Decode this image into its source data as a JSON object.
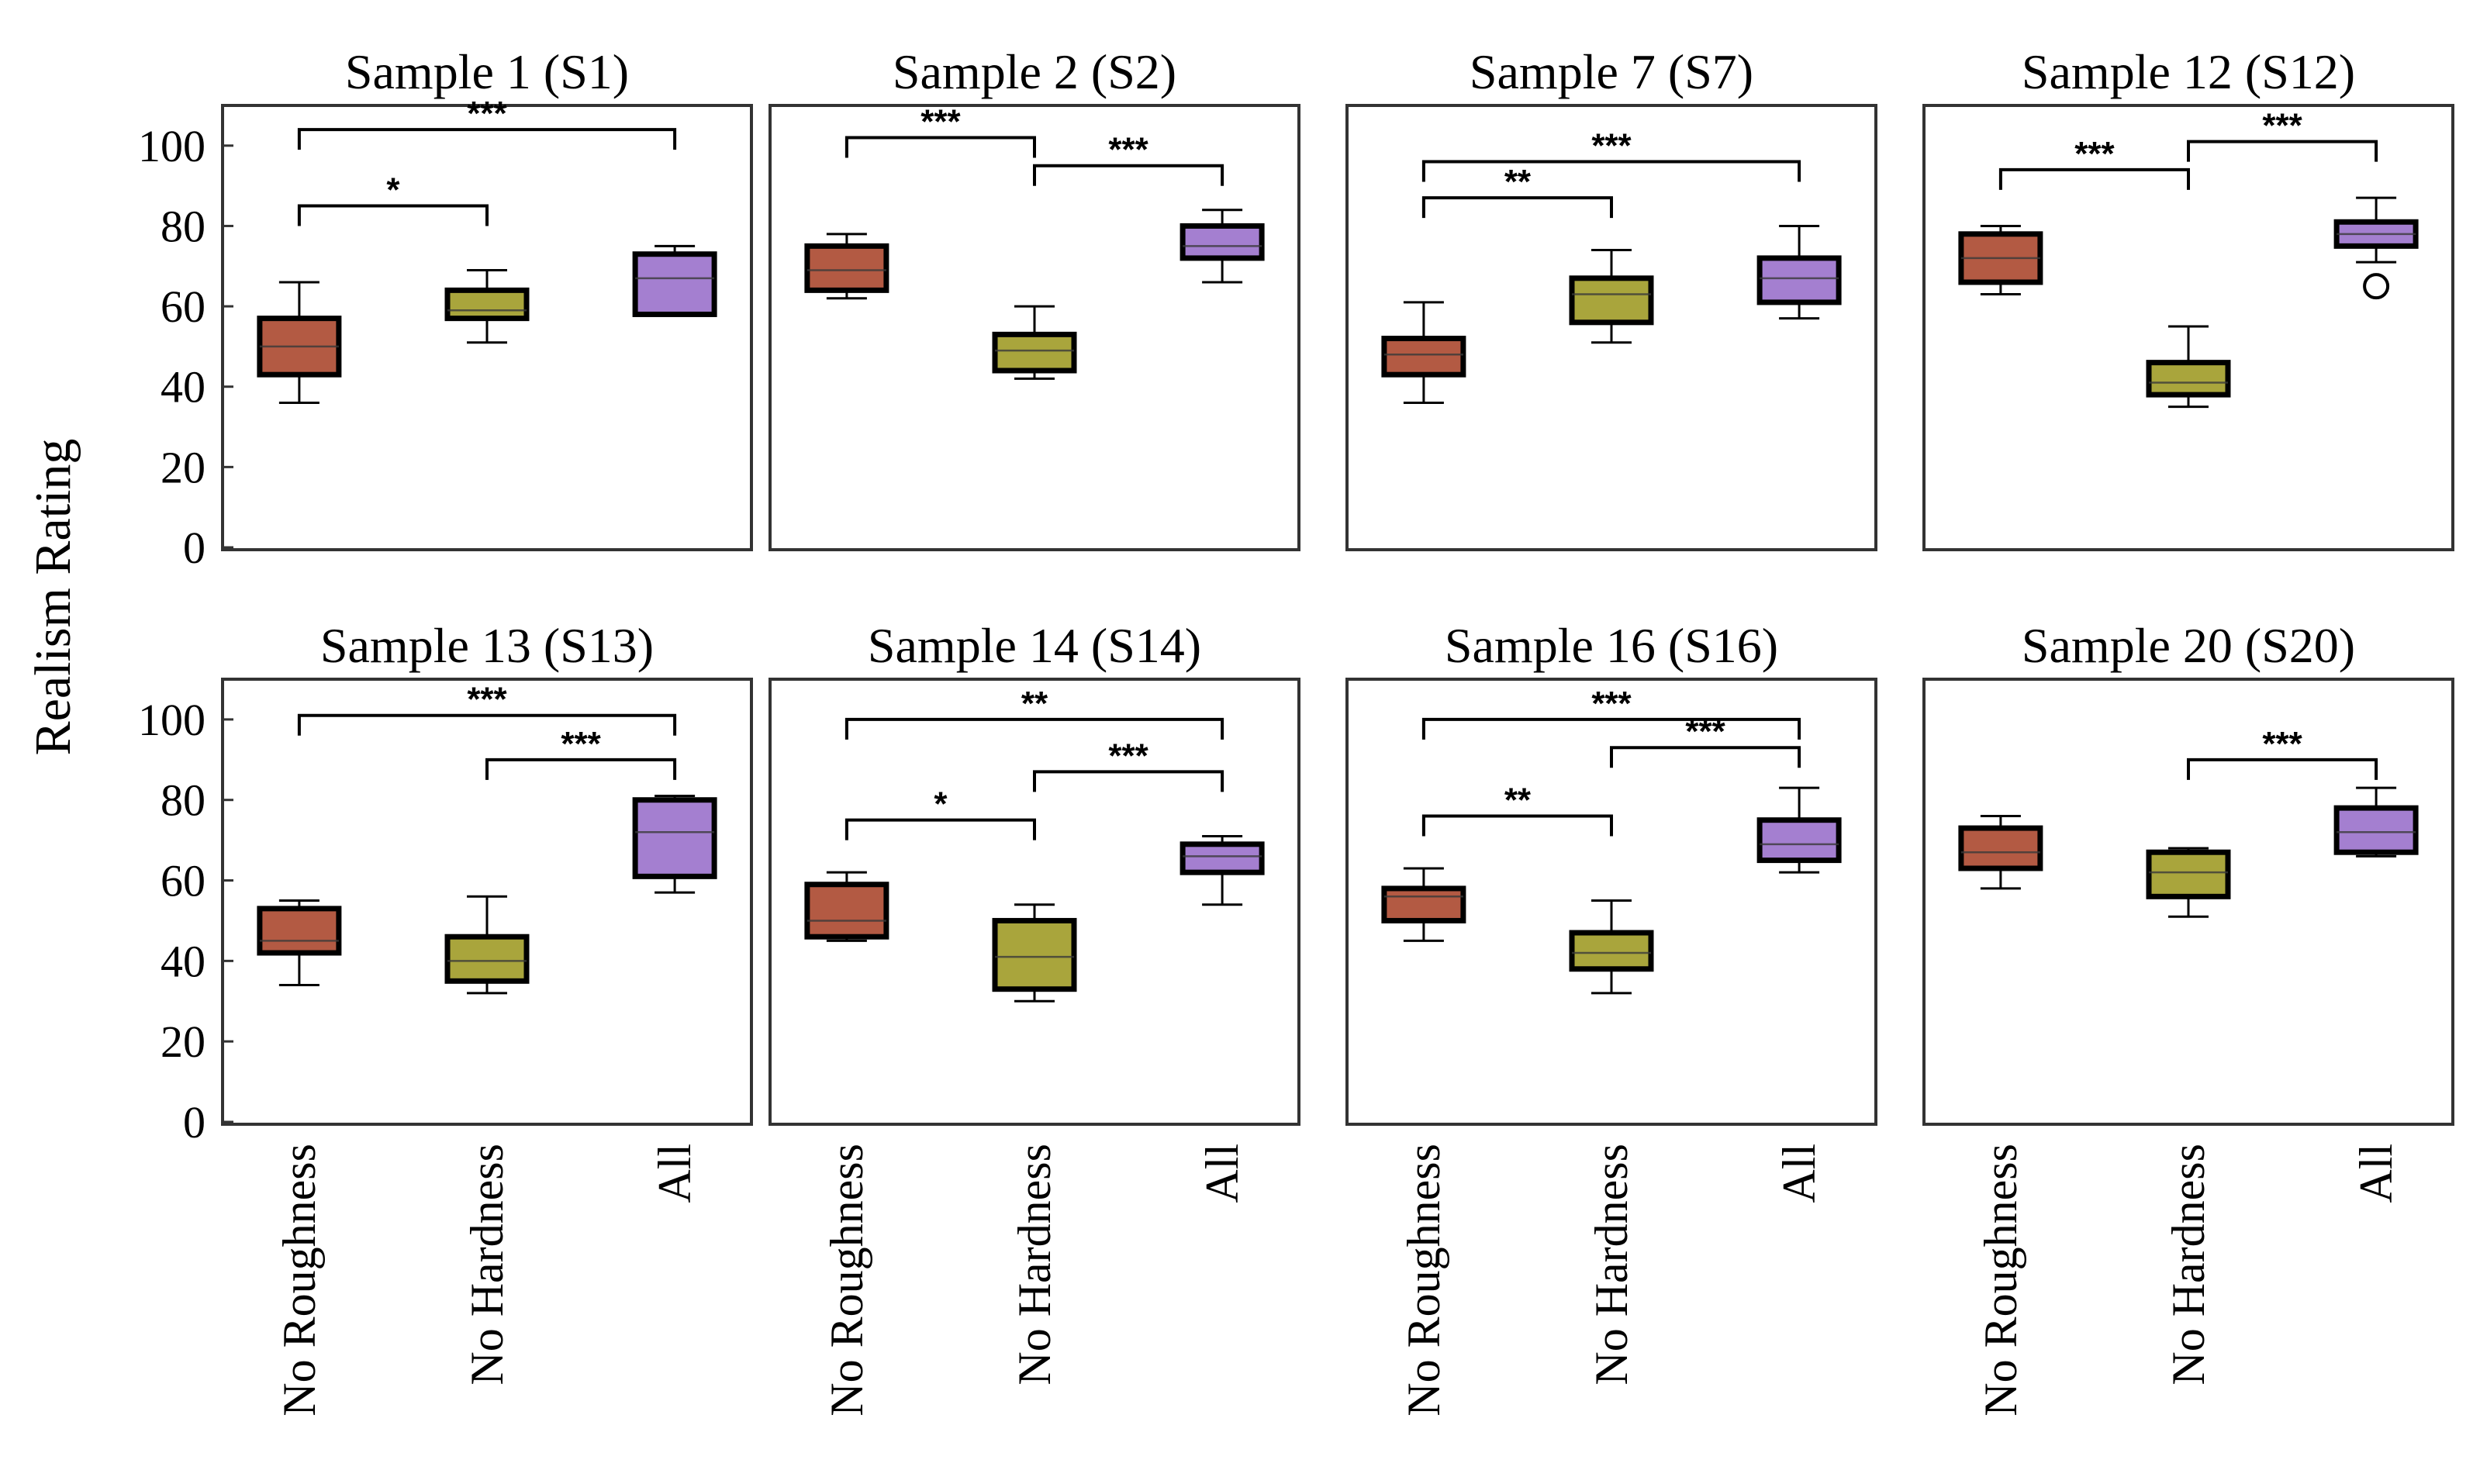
{
  "colors": {
    "No Roughness": "#b35a43",
    "No Hardness": "#a9a53c",
    "All": "#a47fd0",
    "frame": "#333333",
    "box_edge": "#000000"
  },
  "chart_data": {
    "type": "boxplot",
    "ylabel": "Realism Rating",
    "ylim": [
      0,
      110
    ],
    "yticks": [
      0,
      20,
      40,
      60,
      80,
      100
    ],
    "categories": [
      "No Roughness",
      "No Hardness",
      "All"
    ],
    "panels": [
      {
        "title": "Sample  1 (S1)",
        "boxes": [
          {
            "category": "No Roughness",
            "min": 36,
            "q1": 43,
            "median": 50,
            "q3": 57,
            "max": 66
          },
          {
            "category": "No Hardness",
            "min": 51,
            "q1": 57,
            "median": 59,
            "q3": 64,
            "max": 69
          },
          {
            "category": "All",
            "min": 58,
            "q1": 58,
            "median": 67,
            "q3": 73,
            "max": 75
          }
        ],
        "comparisons": [
          {
            "from": 0,
            "to": 2,
            "y": 104,
            "label": "***"
          },
          {
            "from": 0,
            "to": 1,
            "y": 85,
            "label": "*"
          }
        ]
      },
      {
        "title": "Sample  2 (S2)",
        "boxes": [
          {
            "category": "No Roughness",
            "min": 62,
            "q1": 64,
            "median": 69,
            "q3": 75,
            "max": 78
          },
          {
            "category": "No Hardness",
            "min": 42,
            "q1": 44,
            "median": 49,
            "q3": 53,
            "max": 60
          },
          {
            "category": "All",
            "min": 66,
            "q1": 72,
            "median": 75,
            "q3": 80,
            "max": 84
          }
        ],
        "comparisons": [
          {
            "from": 0,
            "to": 1,
            "y": 102,
            "label": "***"
          },
          {
            "from": 1,
            "to": 2,
            "y": 95,
            "label": "***"
          }
        ]
      },
      {
        "title": "Sample  7 (S7)",
        "boxes": [
          {
            "category": "No Roughness",
            "min": 36,
            "q1": 43,
            "median": 48,
            "q3": 52,
            "max": 61
          },
          {
            "category": "No Hardness",
            "min": 51,
            "q1": 56,
            "median": 63,
            "q3": 67,
            "max": 74
          },
          {
            "category": "All",
            "min": 57,
            "q1": 61,
            "median": 67,
            "q3": 72,
            "max": 80
          }
        ],
        "comparisons": [
          {
            "from": 0,
            "to": 2,
            "y": 96,
            "label": "***"
          },
          {
            "from": 0,
            "to": 1,
            "y": 87,
            "label": "**"
          }
        ]
      },
      {
        "title": "Sample 12 (S12)",
        "boxes": [
          {
            "category": "No Roughness",
            "min": 63,
            "q1": 66,
            "median": 72,
            "q3": 78,
            "max": 80
          },
          {
            "category": "No Hardness",
            "min": 35,
            "q1": 38,
            "median": 41,
            "q3": 46,
            "max": 55
          },
          {
            "category": "All",
            "min": 71,
            "q1": 75,
            "median": 78,
            "q3": 81,
            "max": 87,
            "outliers": [
              65
            ]
          }
        ],
        "comparisons": [
          {
            "from": 0,
            "to": 1,
            "y": 94,
            "label": "***"
          },
          {
            "from": 1,
            "to": 2,
            "y": 101,
            "label": "***"
          }
        ]
      },
      {
        "title": "Sample 13 (S13)",
        "boxes": [
          {
            "category": "No Roughness",
            "min": 34,
            "q1": 42,
            "median": 45,
            "q3": 53,
            "max": 55
          },
          {
            "category": "No Hardness",
            "min": 32,
            "q1": 35,
            "median": 40,
            "q3": 46,
            "max": 56
          },
          {
            "category": "All",
            "min": 57,
            "q1": 61,
            "median": 72,
            "q3": 80,
            "max": 81
          }
        ],
        "comparisons": [
          {
            "from": 0,
            "to": 2,
            "y": 101,
            "label": "***"
          },
          {
            "from": 1,
            "to": 2,
            "y": 90,
            "label": "***"
          }
        ]
      },
      {
        "title": "Sample 14 (S14)",
        "boxes": [
          {
            "category": "No Roughness",
            "min": 45,
            "q1": 46,
            "median": 50,
            "q3": 59,
            "max": 62
          },
          {
            "category": "No Hardness",
            "min": 30,
            "q1": 33,
            "median": 41,
            "q3": 50,
            "max": 54
          },
          {
            "category": "All",
            "min": 54,
            "q1": 62,
            "median": 66,
            "q3": 69,
            "max": 71
          }
        ],
        "comparisons": [
          {
            "from": 0,
            "to": 2,
            "y": 100,
            "label": "**"
          },
          {
            "from": 1,
            "to": 2,
            "y": 87,
            "label": "***"
          },
          {
            "from": 0,
            "to": 1,
            "y": 75,
            "label": "*"
          }
        ]
      },
      {
        "title": "Sample 16 (S16)",
        "boxes": [
          {
            "category": "No Roughness",
            "min": 45,
            "q1": 50,
            "median": 56,
            "q3": 58,
            "max": 63
          },
          {
            "category": "No Hardness",
            "min": 32,
            "q1": 38,
            "median": 42,
            "q3": 47,
            "max": 55
          },
          {
            "category": "All",
            "min": 62,
            "q1": 65,
            "median": 69,
            "q3": 75,
            "max": 83
          }
        ],
        "comparisons": [
          {
            "from": 0,
            "to": 2,
            "y": 100,
            "label": "***"
          },
          {
            "from": 1,
            "to": 2,
            "y": 93,
            "label": "***"
          },
          {
            "from": 0,
            "to": 1,
            "y": 76,
            "label": "**"
          }
        ]
      },
      {
        "title": "Sample  20 (S20)",
        "boxes": [
          {
            "category": "No Roughness",
            "min": 58,
            "q1": 63,
            "median": 67,
            "q3": 73,
            "max": 76
          },
          {
            "category": "No Hardness",
            "min": 51,
            "q1": 56,
            "median": 62,
            "q3": 67,
            "max": 68
          },
          {
            "category": "All",
            "min": 66,
            "q1": 67,
            "median": 72,
            "q3": 78,
            "max": 83
          }
        ],
        "comparisons": [
          {
            "from": 1,
            "to": 2,
            "y": 90,
            "label": "***"
          }
        ]
      }
    ]
  }
}
